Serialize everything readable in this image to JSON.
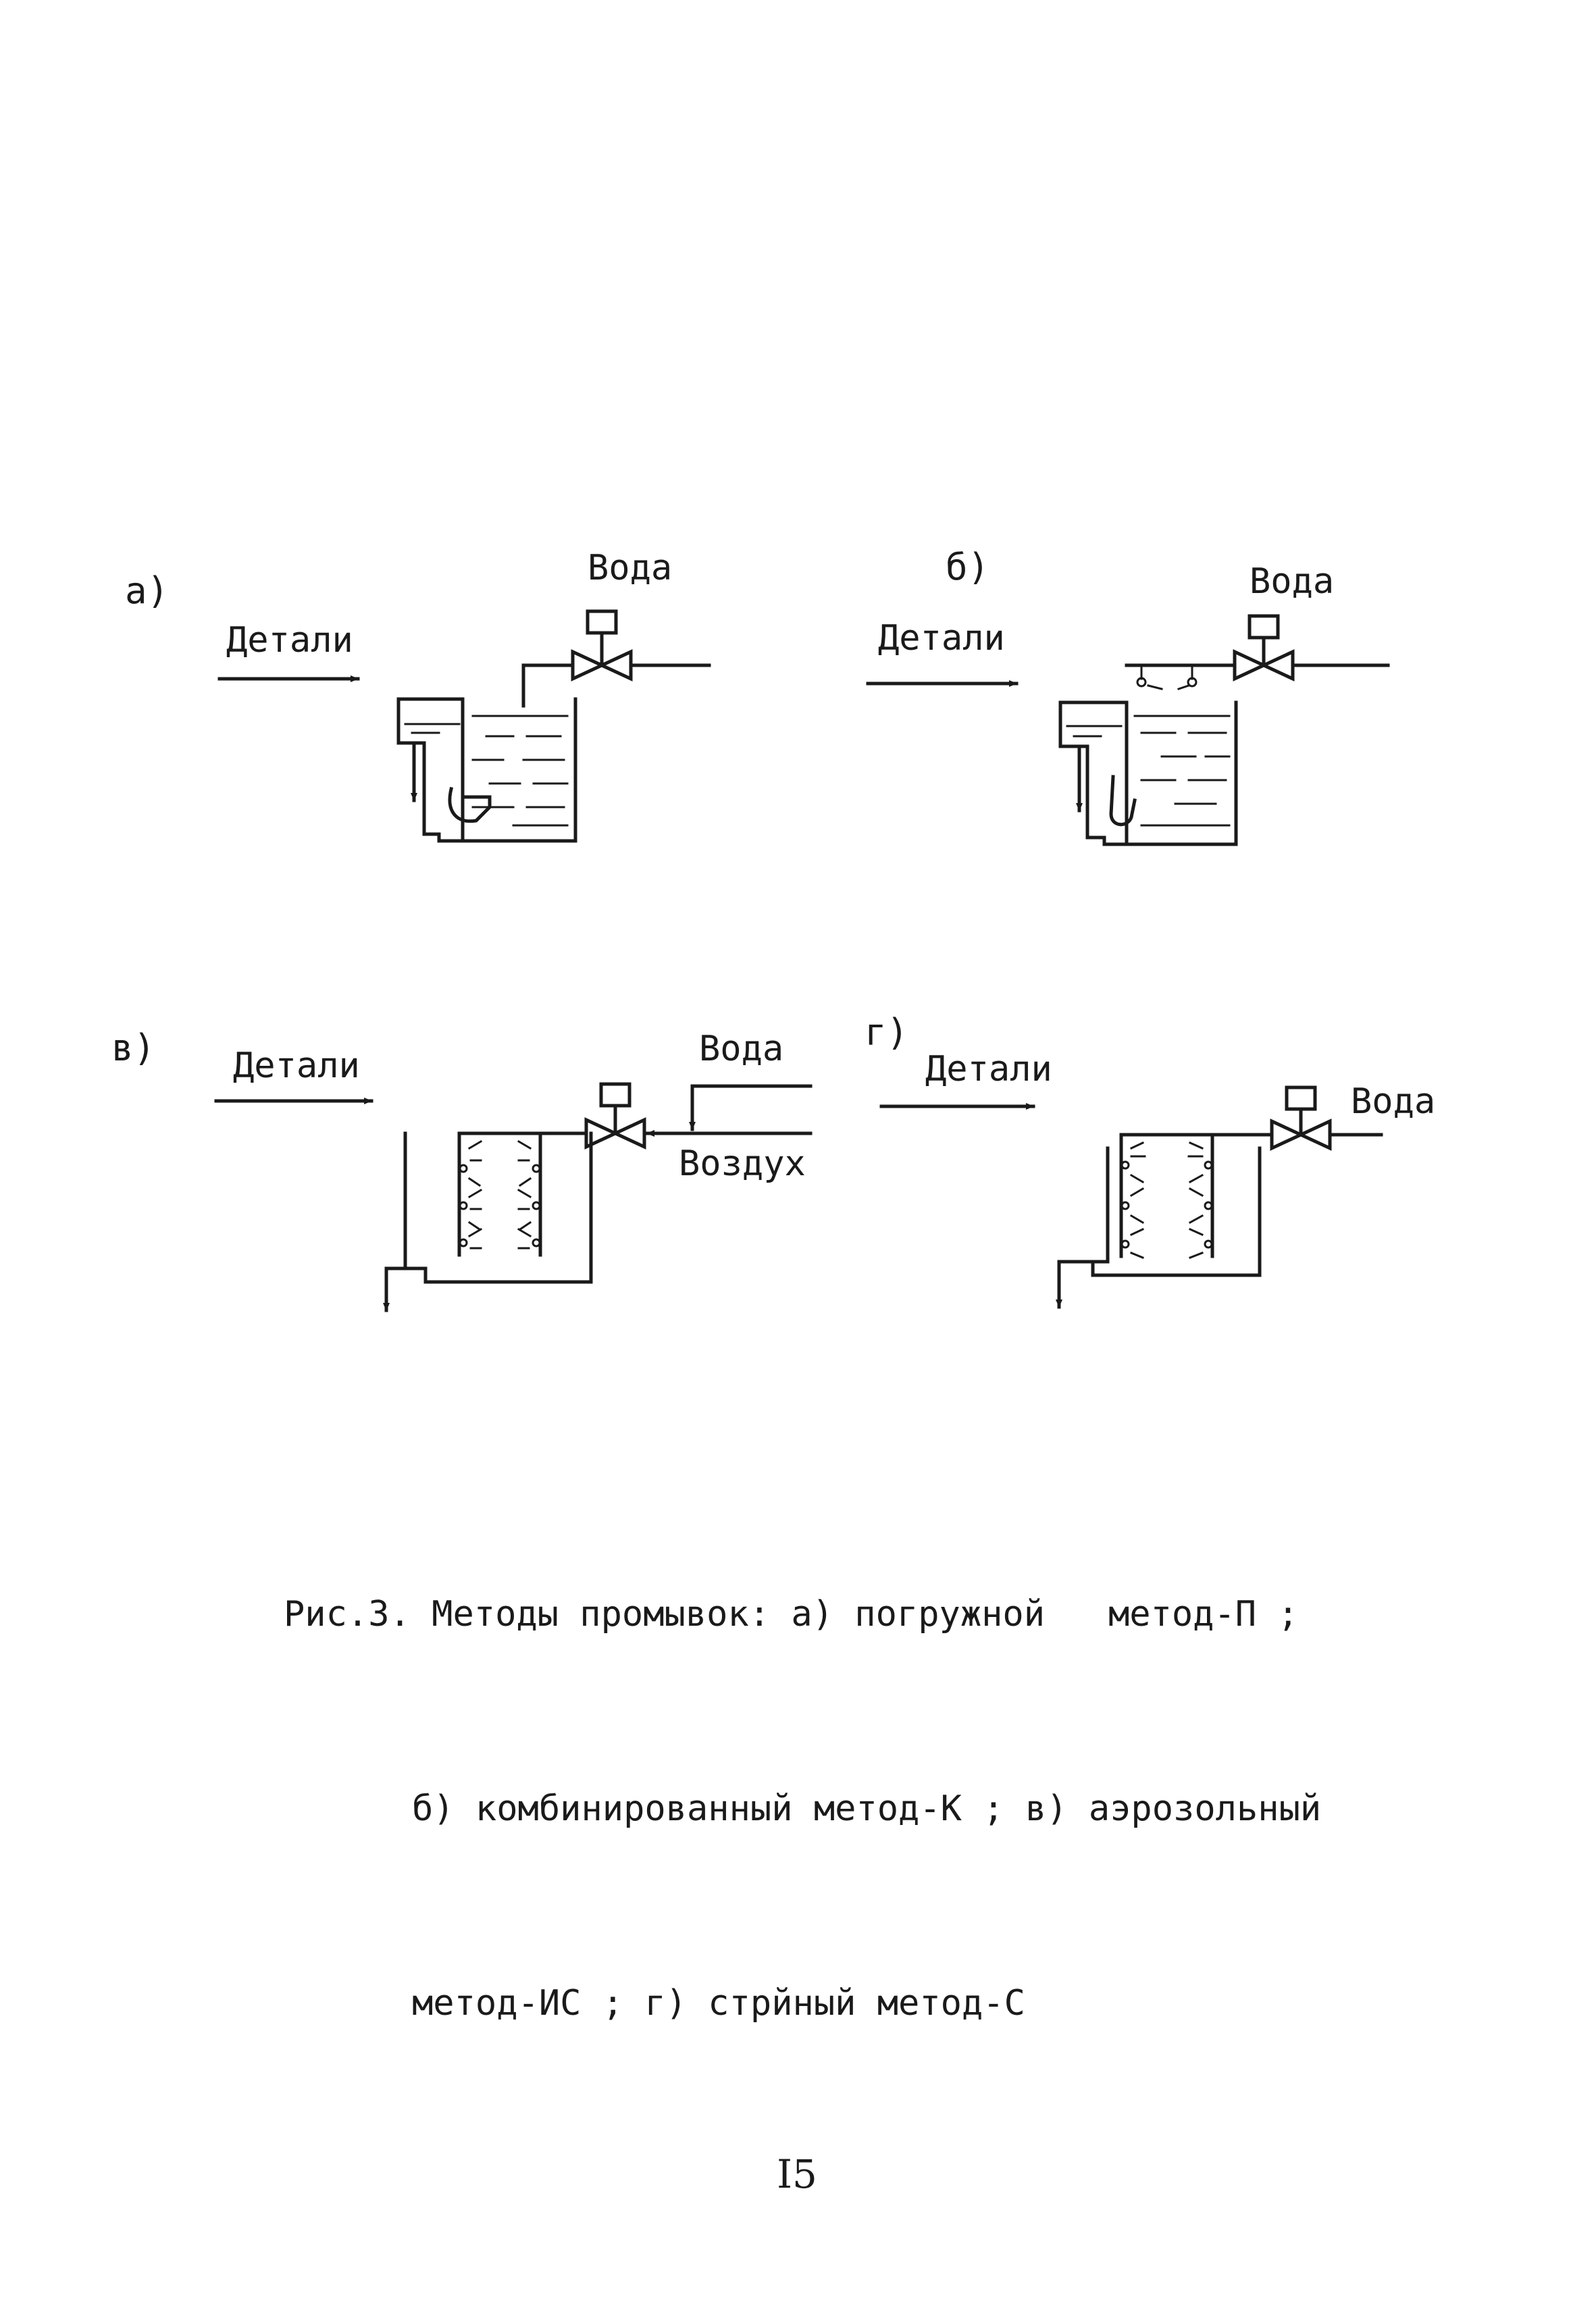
{
  "figure": {
    "panels": [
      {
        "tag": "а)",
        "parts_label": "Детали",
        "water_label": "Вода"
      },
      {
        "tag": "б)",
        "parts_label": "Детали",
        "water_label": "Вода"
      },
      {
        "tag": "в)",
        "parts_label": "Детали",
        "water_label": "Вода",
        "air_label": "Воздух"
      },
      {
        "tag": "г)",
        "parts_label": "Детали",
        "water_label": "Вода"
      }
    ]
  },
  "caption": {
    "line1": "Рис.3. Методы промывок: а) погружной   метод-П ;",
    "line2": "б) комбинированный метод-К ; в) аэрозольный",
    "line3": "метод-ИС ; г) стрйный метод-С"
  },
  "page_number": "I5"
}
